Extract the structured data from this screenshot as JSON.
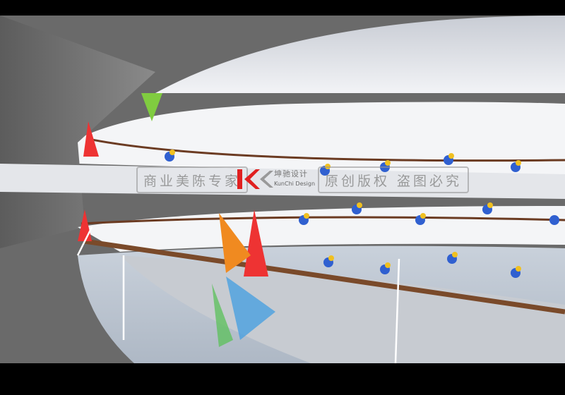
{
  "watermark": {
    "left_text": "商业美陈专家",
    "brand_cn": "坤驰设计",
    "brand_en": "KunChi Design",
    "right_text": "原创版权 盗图必究",
    "brand_color": "#e02020"
  }
}
